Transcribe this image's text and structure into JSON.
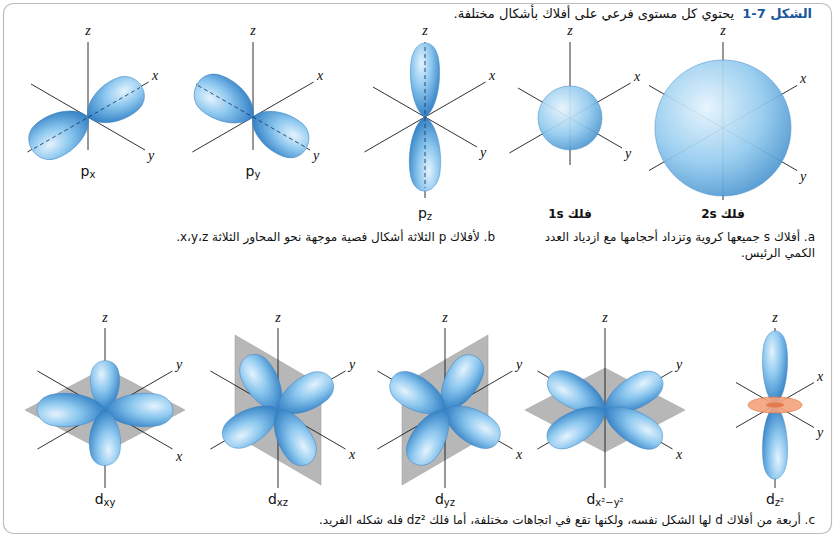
{
  "diagram": {
    "title": "الشكل 7-1",
    "caption": "يحتوي كل مستوى فرعي على أفلاك بأشكال مختلفة.",
    "labels": [
      "z",
      "x",
      "y",
      "px",
      "z",
      "x",
      "y",
      "py",
      "z",
      "x",
      "y",
      "pz",
      "z",
      "x",
      "y",
      "فلك 1s",
      "z",
      "x",
      "y",
      "فلك 2s",
      "a. أفلاك s جميعها كروية وتزداد أحجامها مع ازدياد العدد الكمي الرئيس.",
      "b. لأفلاك p الثلاثة أشكال فصية موجهة نحو المحاور الثلاثة x،y،z.",
      "z",
      "x",
      "y",
      "dxy",
      "z",
      "x",
      "y",
      "dxz",
      "z",
      "x",
      "y",
      "dyz",
      "z",
      "x",
      "y",
      "dx²−y²",
      "z",
      "x",
      "y",
      "dz²",
      "c. أربعة من أفلاك d لها الشكل نفسه، ولكنها تقع في اتجاهات مختلفة، أما فلك dz² فله شكله الفريد."
    ]
  }
}
